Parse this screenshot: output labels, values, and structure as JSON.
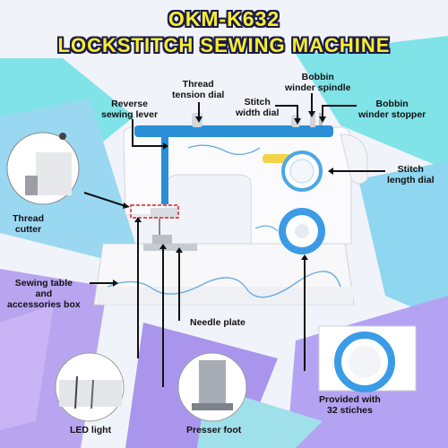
{
  "title": {
    "model": "OKM-K632",
    "subtitle": "LOCKSTITCH SEWING MACHINE"
  },
  "labels": {
    "reverse_lever": [
      "Reverse",
      "sewing lever"
    ],
    "thread_tension": [
      "Thread",
      "tension dial"
    ],
    "stitch_width": [
      "Stitch",
      "width dial"
    ],
    "bobbin_spindle": [
      "Bobbin",
      "winder spindle"
    ],
    "bobbin_stopper": [
      "Bobbin",
      "winder stopper"
    ],
    "stitch_length": [
      "Stitch",
      "length dial"
    ],
    "thread_cutter": [
      "Thread",
      "cutter"
    ],
    "sewing_table": [
      "Sewing table",
      "and",
      "accessories box"
    ],
    "needle_plate": "Needle plate",
    "stitches": [
      "Provided with",
      "32 stiches"
    ],
    "led_light": "LED light",
    "presser_foot": "Presser foot"
  },
  "colors": {
    "title_fill": "#f7ee2e",
    "title_outline": "#1a1a4a",
    "accent_blue": "#2a8fd6",
    "highlight_red": "#e02020"
  }
}
